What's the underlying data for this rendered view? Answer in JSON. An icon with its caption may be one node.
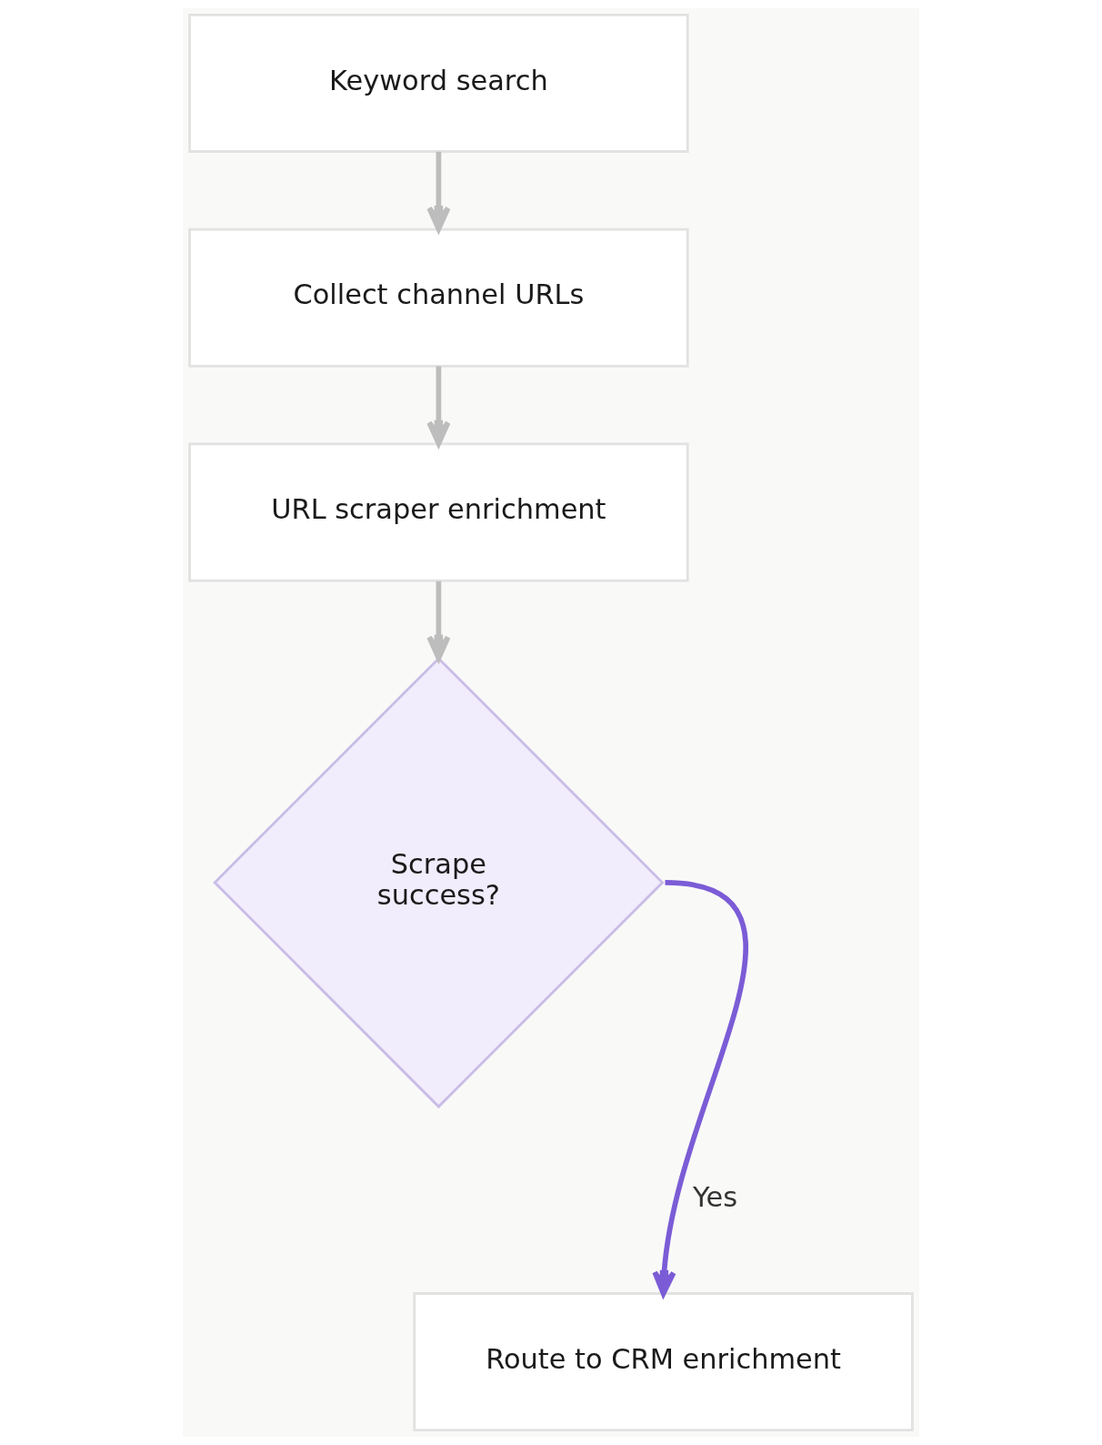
{
  "diagram": {
    "nodes": [
      {
        "text": [
          "Keyword search"
        ]
      },
      {
        "text": [
          "Collect channel URLs"
        ]
      },
      {
        "text": [
          "URL scraper enrichment"
        ]
      },
      {
        "text": [
          "Scrape success?"
        ]
      },
      {
        "text": [
          "Route to CRM enrichment"
        ]
      }
    ],
    "edges": [
      {
        "from": 0,
        "to": 1,
        "arrow": "to"
      },
      {
        "from": 1,
        "to": 2,
        "arrow": "to"
      },
      {
        "from": 2,
        "to": 3,
        "arrow": "to"
      },
      {
        "from": 3,
        "to": 4,
        "arrow": "to",
        "label": "Yes",
        "color": "#7b5cd6"
      }
    ]
  }
}
